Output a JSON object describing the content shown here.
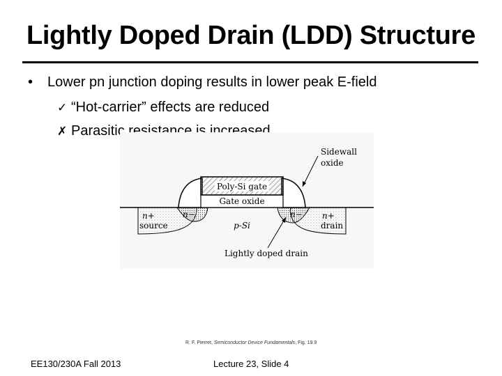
{
  "slide": {
    "title": "Lightly Doped Drain (LDD) Structure",
    "bullet": "Lower pn junction doping results in lower peak E-field",
    "sub_items": [
      {
        "mark": "✓",
        "text": "“Hot-carrier” effects are reduced"
      },
      {
        "mark": "✗",
        "text": "Parasitic resistance is increased"
      }
    ],
    "citation_author": "R. F. Pierret, ",
    "citation_book": "Semiconductor Device Fundamentals",
    "citation_fig": ", Fig. 19.9",
    "footer_left": "EE130/230A Fall 2013",
    "footer_center": "Lecture 23, Slide 4"
  },
  "figure": {
    "sidewall_label_1": "Sidewall",
    "sidewall_label_2": "oxide",
    "gate_label": "Poly-Si gate",
    "gate_oxide_label": "Gate oxide",
    "source_n_plus": "n+",
    "source_label": "source",
    "source_n_minus": "n−",
    "drain_n_minus": "n−",
    "drain_n_plus": "n+",
    "drain_label": "drain",
    "substrate_label": "p-Si",
    "ldd_label": "Lightly doped drain"
  }
}
